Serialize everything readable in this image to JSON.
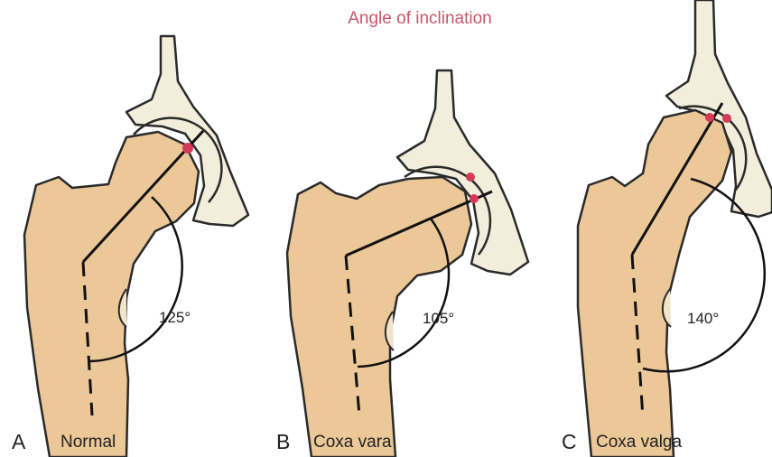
{
  "title": "Angle of inclination",
  "panels": [
    {
      "letter": "A",
      "caption": "Normal",
      "angle": "125°"
    },
    {
      "letter": "B",
      "caption": "Coxa vara",
      "angle": "105°"
    },
    {
      "letter": "C",
      "caption": "Coxa valga",
      "angle": "140°"
    }
  ],
  "colors": {
    "bone": "#ecc898",
    "pelvis": "#f2eedb",
    "outline": "#2a2a2a",
    "marker": "#d53a57",
    "title": "#c8566b"
  }
}
